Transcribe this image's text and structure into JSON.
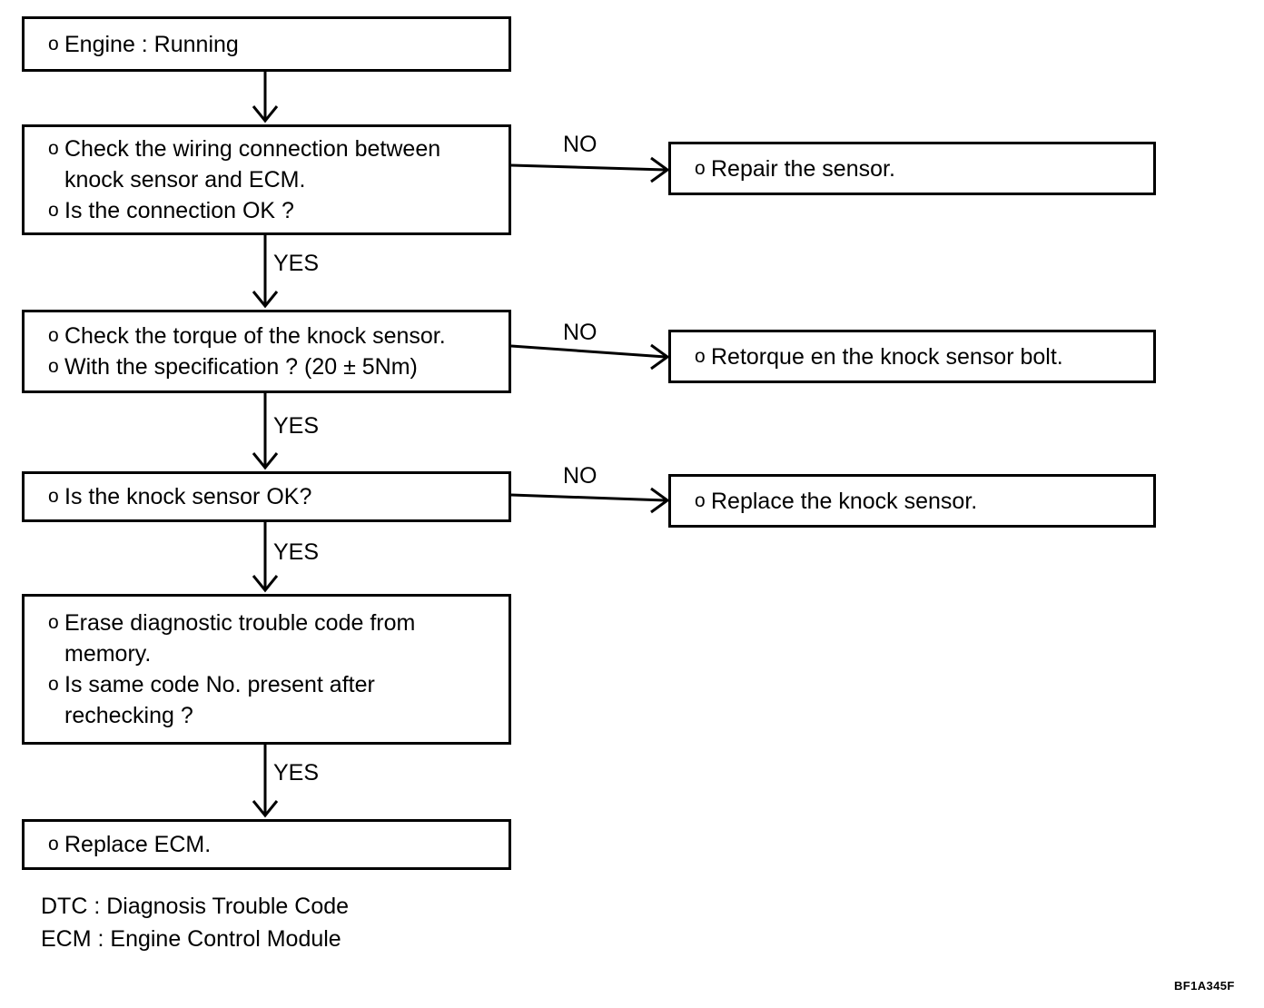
{
  "figure": {
    "id_code": "BF1A345F",
    "bullet_glyph": "o"
  },
  "nodes": {
    "start": {
      "lines": [
        "Engine : Running"
      ]
    },
    "check_wiring": {
      "lines": [
        "Check the wiring connection between\nknock sensor and ECM.",
        "Is the connection OK ?"
      ]
    },
    "repair_sensor": {
      "lines": [
        "Repair the sensor."
      ]
    },
    "check_torque": {
      "lines": [
        "Check the torque of the knock sensor.",
        "With the specification ? (20 ± 5Nm)"
      ]
    },
    "retorque_bolt": {
      "lines": [
        "Retorque en the knock sensor bolt."
      ]
    },
    "sensor_ok": {
      "lines": [
        "Is the knock sensor OK?"
      ]
    },
    "replace_sensor": {
      "lines": [
        "Replace the knock sensor."
      ]
    },
    "erase_code": {
      "lines": [
        "Erase diagnostic trouble code from\nmemory.",
        "Is same code No. present after\nrechecking ?"
      ]
    },
    "replace_ecm": {
      "lines": [
        "Replace ECM."
      ]
    }
  },
  "branches": {
    "no_1": "NO",
    "no_2": "NO",
    "no_3": "NO",
    "yes_1": "YES",
    "yes_2": "YES",
    "yes_3": "YES",
    "yes_4": "YES"
  },
  "legend": {
    "line_1": "DTC : Diagnosis Trouble Code",
    "line_2": "ECM : Engine Control Module"
  }
}
